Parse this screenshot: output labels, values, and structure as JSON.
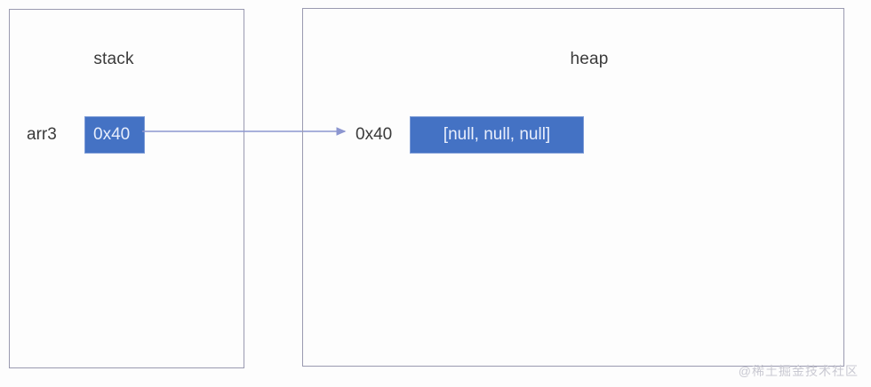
{
  "diagram": {
    "title_stack": "stack",
    "title_heap": "heap",
    "stack": {
      "variable_label": "arr3",
      "pointer_value": "0x40"
    },
    "heap": {
      "address_label": "0x40",
      "array_value": "[null, null, null]"
    },
    "arrow": {
      "name": "stack-to-heap-pointer",
      "from": "0x40",
      "to": "0x40"
    },
    "watermark": "@稀土掘金技术社区",
    "colors": {
      "box_fill": "#4472c4",
      "box_border": "#7b9ad6",
      "region_border": "#9a9ab0",
      "arrow": "#8c96d0",
      "text": "#3b3b3b",
      "box_text": "#e8eefc",
      "background": "#fdfdfd",
      "watermark": "#c9c9d2"
    }
  }
}
